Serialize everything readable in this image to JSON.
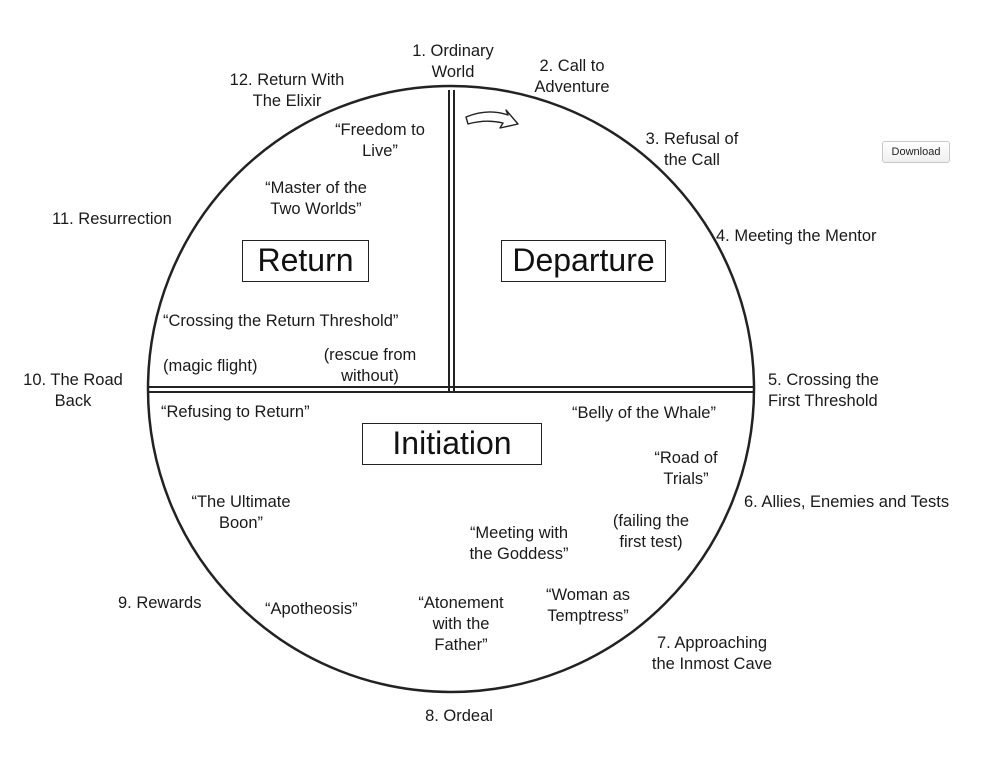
{
  "download_label": "Download",
  "regions": {
    "return": "Return",
    "departure": "Departure",
    "initiation": "Initiation"
  },
  "stages": {
    "s1": "1. Ordinary\nWorld",
    "s2": "2. Call to\nAdventure",
    "s3": "3. Refusal of\nthe Call",
    "s4": "4. Meeting the Mentor",
    "s5": "5. Crossing the\nFirst Threshold",
    "s6": "6. Allies, Enemies and Tests",
    "s7": "7. Approaching\nthe Inmost Cave",
    "s8": "8. Ordeal",
    "s9": "9. Rewards",
    "s10": "10. The Road\nBack",
    "s11": "11. Resurrection",
    "s12": "12. Return With\nThe Elixir"
  },
  "motifs": {
    "freedom": "“Freedom to\nLive”",
    "master": "“Master of the\nTwo Worlds”",
    "crossing_return": "“Crossing the Return Threshold”",
    "magic_flight": "(magic flight)",
    "rescue": "(rescue from\nwithout)",
    "refusing": "“Refusing to Return”",
    "belly": "“Belly of the Whale”",
    "road_trials": "“Road of\nTrials”",
    "failing": "(failing the\nfirst test)",
    "goddess": "“Meeting with\nthe Goddess”",
    "boon": "“The Ultimate\nBoon”",
    "apotheosis": "“Apotheosis”",
    "atonement": "“Atonement\nwith the\nFather”",
    "temptress": "“Woman as\nTemptress”"
  }
}
